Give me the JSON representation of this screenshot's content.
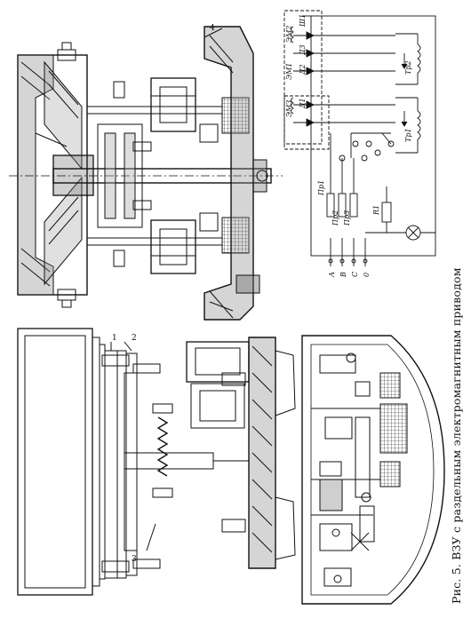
{
  "caption": "Рис. 5. ВЗУ с раздельным электромагнитным приводом",
  "part_numbers": {
    "n1": "1",
    "n2": "2",
    "n3": "3",
    "n4": "4"
  },
  "schematic": {
    "coils": {
      "em1": "ЭМ1",
      "em2": "ЭМ2",
      "em3": "ЭМ3"
    },
    "transformers": {
      "tr1": "Тр1",
      "tr2": "Тр2"
    },
    "fuses": {
      "pr1": "Пр1",
      "pr2": "Пр2",
      "pr3": "Пр3"
    },
    "diodes": {
      "d1": "Д1",
      "d2": "Д2",
      "d3": "Д3"
    },
    "shunt": "Ш1",
    "resistor": "R1",
    "phases": [
      "А",
      "В",
      "С",
      "0"
    ]
  }
}
